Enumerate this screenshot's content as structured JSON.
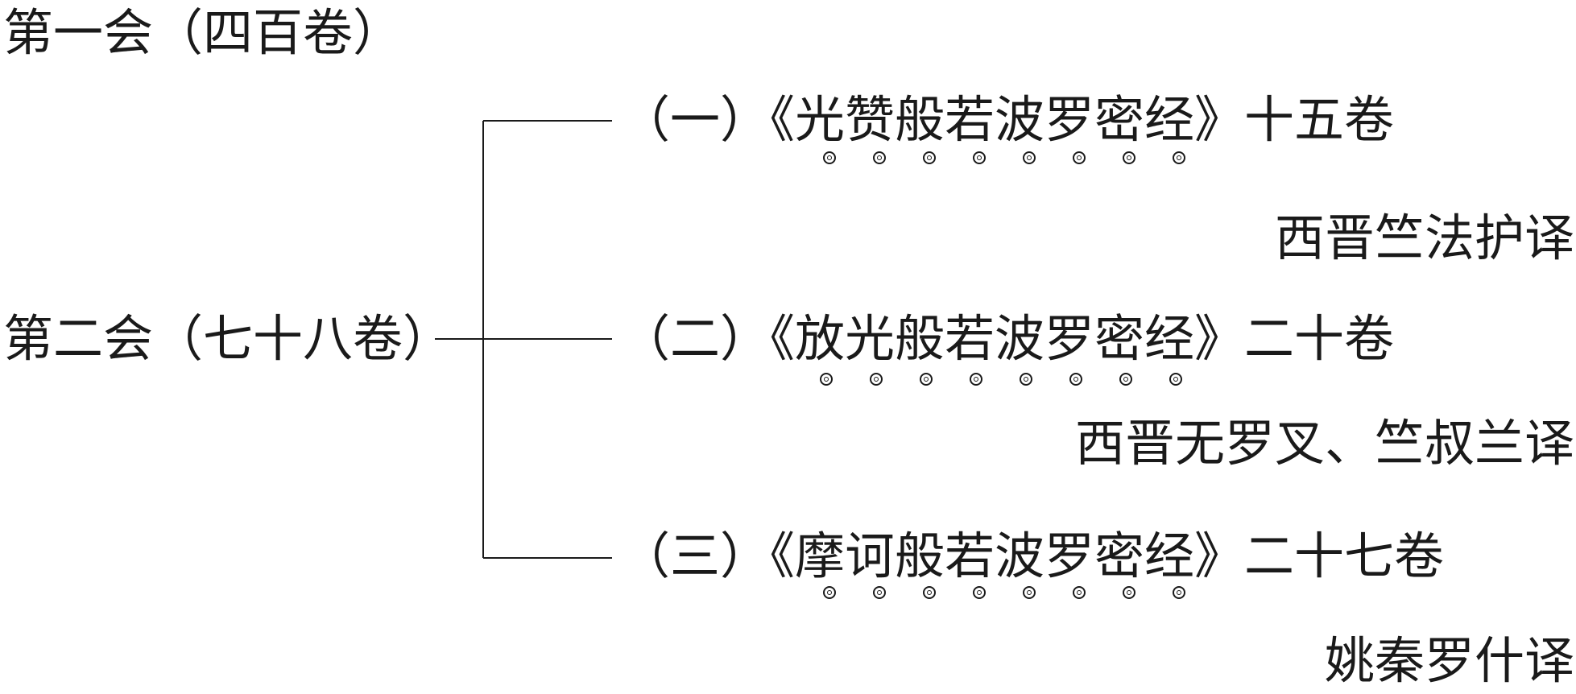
{
  "assembly_1": {
    "label": "第一会（四百卷）"
  },
  "assembly_2": {
    "label": "第二会（七十八卷）"
  },
  "branches": [
    {
      "number": "（一）",
      "title": "《光赞般若波罗密经》",
      "volumes": "十五卷",
      "translator": "西晋竺法护译"
    },
    {
      "number": "（二）",
      "title": "《放光般若波罗密经》",
      "volumes": "二十卷",
      "translator": "西晋无罗叉、竺叔兰译"
    },
    {
      "number": "（三）",
      "title": "《摩诃般若波罗密经》",
      "volumes": "二十七卷",
      "translator": "姚秦罗什译"
    }
  ],
  "emphasis_mark": {
    "icon": "double-circle-emphasis-dot",
    "count_per_title": 8
  }
}
